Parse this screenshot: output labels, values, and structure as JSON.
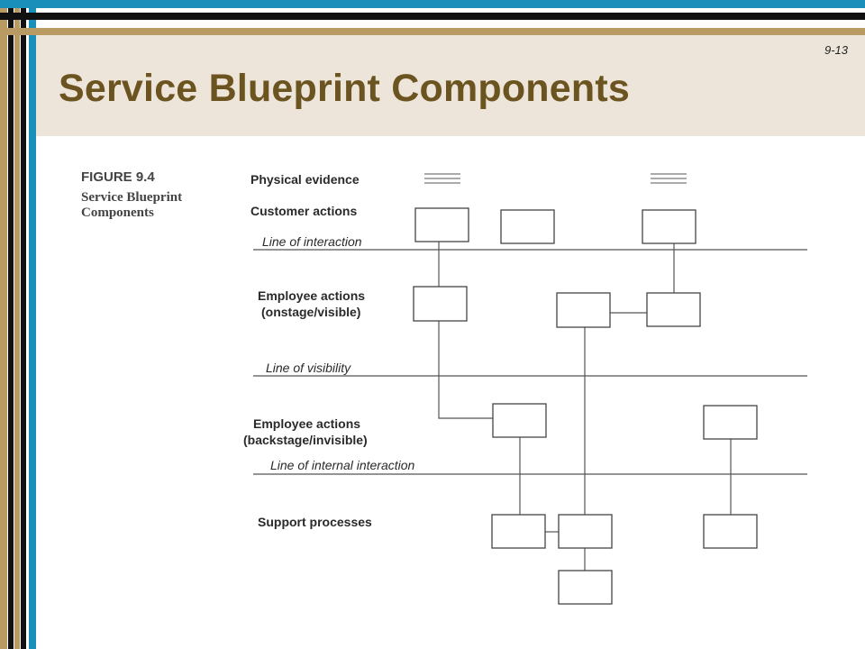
{
  "slide": {
    "number": "9-13",
    "title": "Service Blueprint Components"
  },
  "figure": {
    "label": "FIGURE 9.4",
    "caption_line1": "Service Blueprint",
    "caption_line2": "Components"
  },
  "rows": {
    "physical_evidence": "Physical evidence",
    "customer_actions": "Customer actions",
    "onstage_line1": "Employee actions",
    "onstage_line2": "(onstage/visible)",
    "backstage_line1": "Employee actions",
    "backstage_line2": "(backstage/invisible)",
    "support_processes": "Support processes"
  },
  "lines": {
    "interaction": "Line of interaction",
    "visibility": "Line of visibility",
    "internal_interaction": "Line of internal interaction"
  },
  "colors": {
    "title": "#6b5420",
    "header_band": "#ede5d9",
    "frame_blue": "#1a8fba",
    "frame_tan": "#b89a62",
    "frame_black": "#111111"
  }
}
